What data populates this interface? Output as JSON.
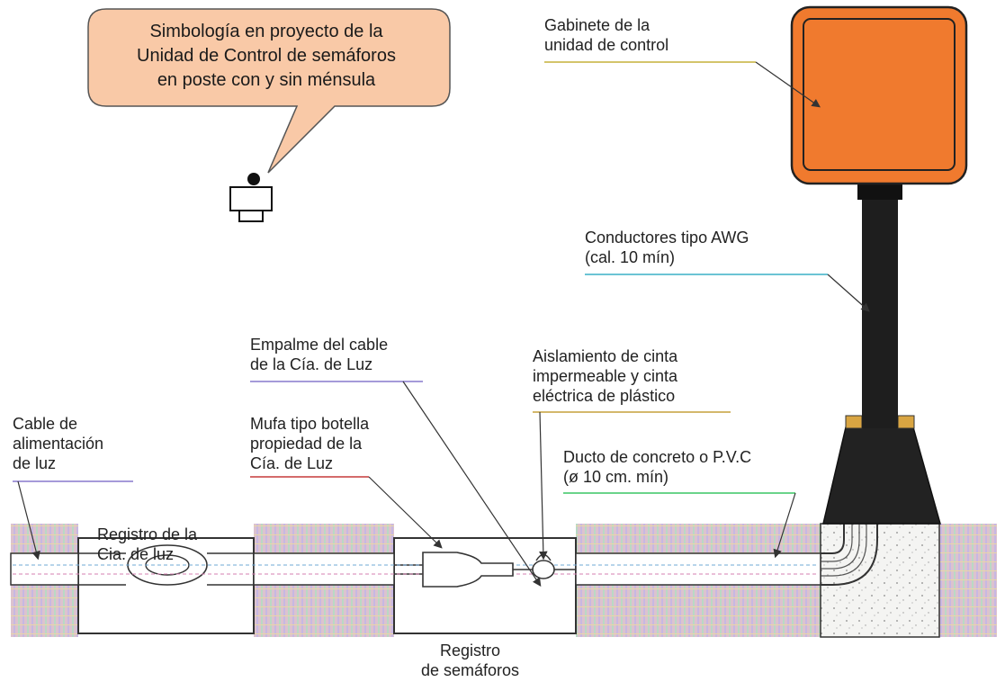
{
  "callout": {
    "text": "Simbología  en proyecto de la\nUnidad de Control de semáforos\nen poste con y sin ménsula",
    "fill_color": "#f9c9a7"
  },
  "labels": {
    "gabinete": "Gabinete de la\nunidad de control",
    "conductores": "Conductores tipo AWG\n(cal. 10 mín)",
    "empalme": "Empalme del cable\nde la Cía. de Luz",
    "aislamiento": "Aislamiento de cinta\nimpermeable y cinta\neléctrica de plástico",
    "cable_alimentacion": "Cable de\nalimentación\nde luz",
    "mufa": "Mufa tipo botella\npropiedad de la\nCía. de Luz",
    "ducto": "Ducto de concreto o P.V.C\n(ø 10 cm. mín)",
    "registro_luz": "Registro de la\nCia. de luz",
    "registro_semaforos": "Registro\nde semáforos"
  },
  "colors": {
    "cabinet": "#f07a2e",
    "pole": "#1e1e1e",
    "soil": "#d9b6c8"
  }
}
